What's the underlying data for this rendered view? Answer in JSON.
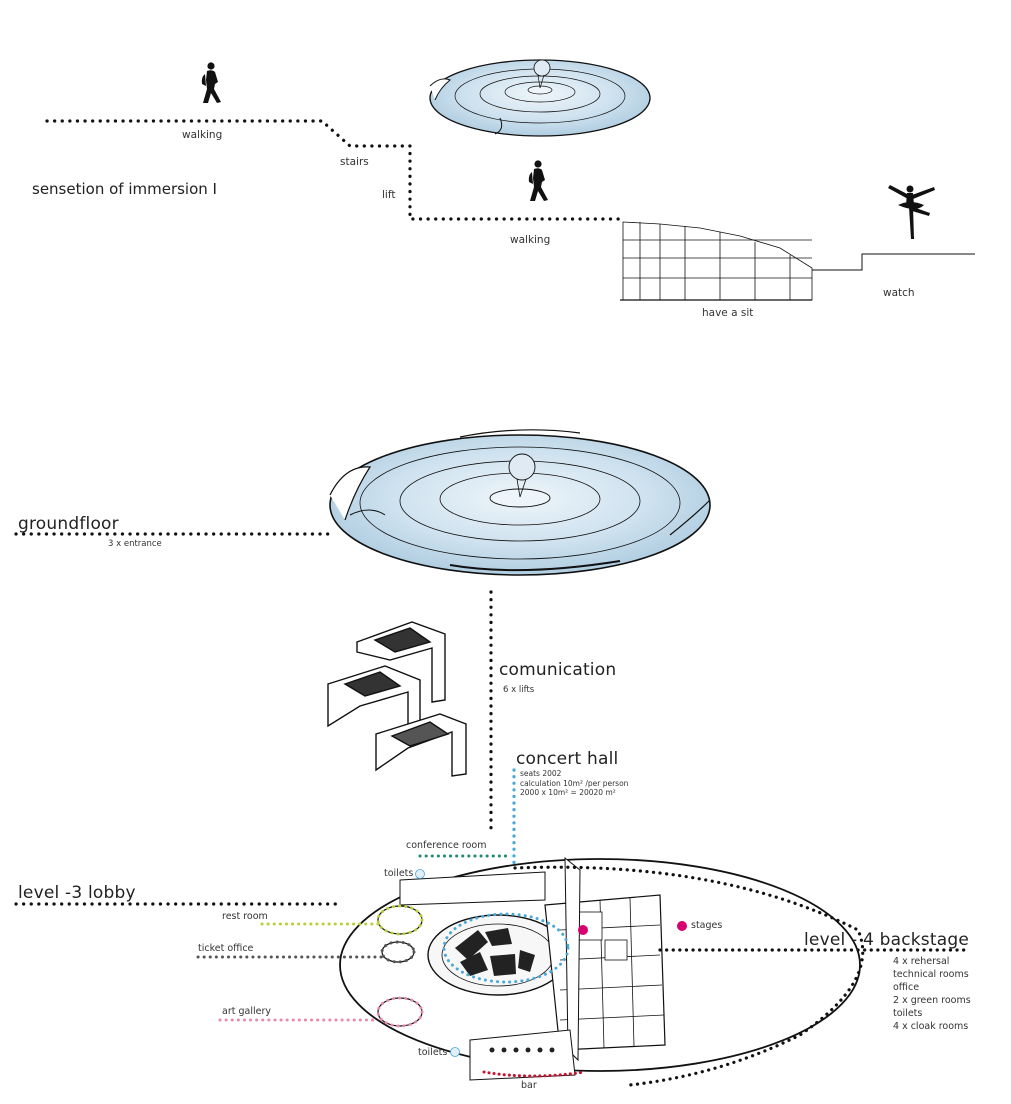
{
  "top_section": {
    "title": "sensetion of immersion I",
    "walking_1": "walking",
    "stairs": "stairs",
    "lift": "lift",
    "walking_2": "walking",
    "have_a_sit": "have a sit",
    "watch": "watch"
  },
  "bottom_section": {
    "groundfloor": {
      "title": "groundfloor",
      "detail": "3 x entrance"
    },
    "communication": {
      "title": "comunication",
      "detail": "6 x lifts"
    },
    "concert_hall": {
      "title": "concert hall",
      "details": [
        "seats 2002",
        "calculation 10m² /per person",
        "2000 x 10m² = 20020 m²"
      ]
    },
    "conference_room": "conference room",
    "toilets_top": "toilets",
    "level_3_lobby": "level -3 lobby",
    "rest_room": "rest room",
    "ticket_office": "ticket office",
    "art_gallery": "art gallery",
    "toilets_bottom": "toilets",
    "bar": "bar",
    "stages": "stages",
    "level_4_backstage": {
      "title": "level - 4 backstage",
      "details": [
        "4 x rehersal",
        "technical rooms",
        "office",
        "2 x green rooms",
        "toilets",
        "4 x cloak rooms"
      ]
    }
  },
  "colors": {
    "concert_blue": "#4aa8d8",
    "rest_green": "#b5d334",
    "gallery_pink": "#e98ba6",
    "bar_red": "#c8102e",
    "stage_magenta": "#d6006f",
    "water_blue": "#cfe2ef",
    "ticket_gray": "#555555"
  }
}
